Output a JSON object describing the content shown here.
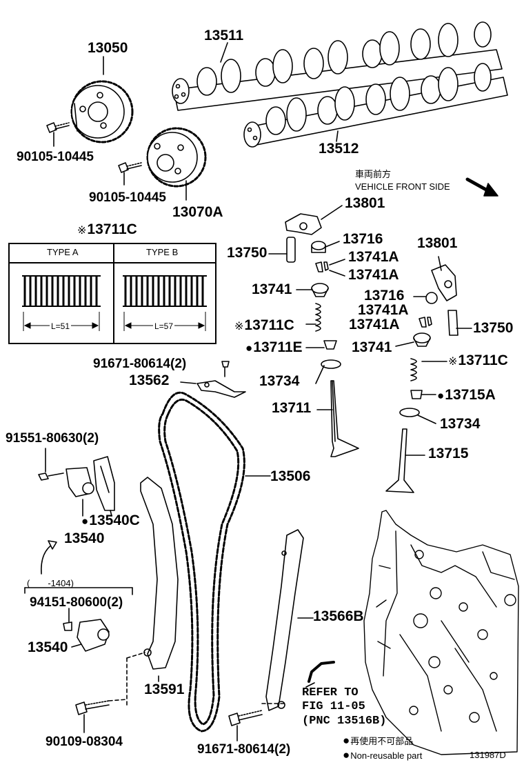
{
  "parts": {
    "p13050": "13050",
    "p13511": "13511",
    "p13512": "13512",
    "p13070A": "13070A",
    "bolt1": "90105-10445",
    "bolt2": "90105-10445",
    "p13711C_table": "13711C",
    "p13801_a": "13801",
    "p13716_a": "13716",
    "p13750_a": "13750",
    "p13741A_a1": "13741A",
    "p13741A_a2": "13741A",
    "p13741_a": "13741",
    "p13711C_a": "13711C",
    "p13711E": "13711E",
    "p13801_b": "13801",
    "p13716_b": "13716",
    "p13741A_b1": "13741A",
    "p13741A_b2": "13741A",
    "p13750_b": "13750",
    "p13741_b": "13741",
    "p13711C_b": "13711C",
    "p91671_top": "91671-80614(2)",
    "p13562": "13562",
    "p13734_a": "13734",
    "p13711": "13711",
    "p13715A": "13715A",
    "p13734_b": "13734",
    "p13715": "13715",
    "p91551": "91551-80630(2)",
    "p13506": "13506",
    "p13540C": "13540C",
    "p13540_a": "13540",
    "p94151": "94151-80600(2)",
    "p13540_b": "13540",
    "p13566B": "13566B",
    "p13591": "13591",
    "p90109": "90109-08304",
    "p91671_bot": "91671-80614(2)"
  },
  "table": {
    "type_a": "TYPE A",
    "type_b": "TYPE B",
    "len_a": "L=51",
    "len_b": "L=57"
  },
  "direction": {
    "jp": "車両前方",
    "en": "VEHICLE FRONT SIDE"
  },
  "date_range": "(　　-1404)",
  "refer": {
    "line1": "REFER TO",
    "line2": "FIG 11-05",
    "line3": "(PNC 13516B)"
  },
  "legend": {
    "jp": "再使用不可部品",
    "en": "Non-reusable part"
  },
  "figure_id": "131987D"
}
